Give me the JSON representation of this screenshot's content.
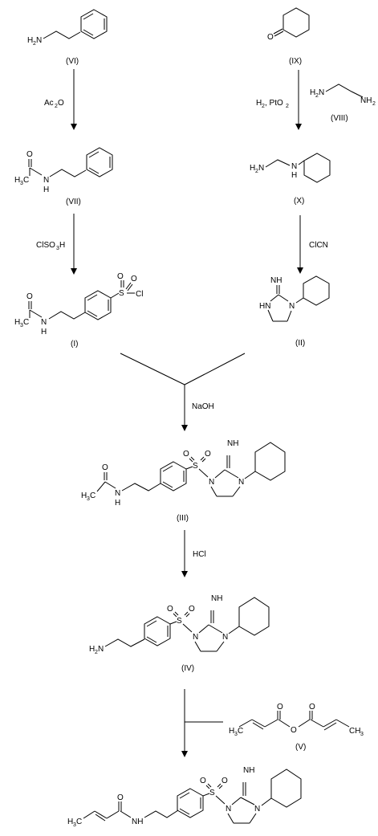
{
  "compounds": {
    "VI": "(VI)",
    "VII": "(VII)",
    "I": "(I)",
    "IX": "(IX)",
    "VIII": "(VIII)",
    "X": "(X)",
    "II": "(II)",
    "III": "(III)",
    "IV": "(IV)",
    "V": "(V)"
  },
  "reagents": {
    "ac2o_main": "Ac",
    "ac2o_sub": "2",
    "ac2o_tail": "O",
    "clso3h_main": "ClSO",
    "clso3h_sub": "3",
    "clso3h_tail": "H",
    "h2_main": "H",
    "h2_sub": "2",
    "pto2_main": ", PtO",
    "pto2_sub": "2",
    "clcn": "ClCN",
    "naoh": "NaOH",
    "hcl": "HCl"
  },
  "atoms": {
    "H2N": "H",
    "two": "2",
    "N": "N",
    "NH": "NH",
    "HN": "HN",
    "H": "H",
    "H3C_H": "H",
    "H3C_3": "3",
    "C": "C",
    "O": "O",
    "S": "S",
    "Cl": "Cl",
    "imine": "NH",
    "NH2_tail": "NH",
    "CH3": "CH",
    "CH3_sub": "3"
  }
}
